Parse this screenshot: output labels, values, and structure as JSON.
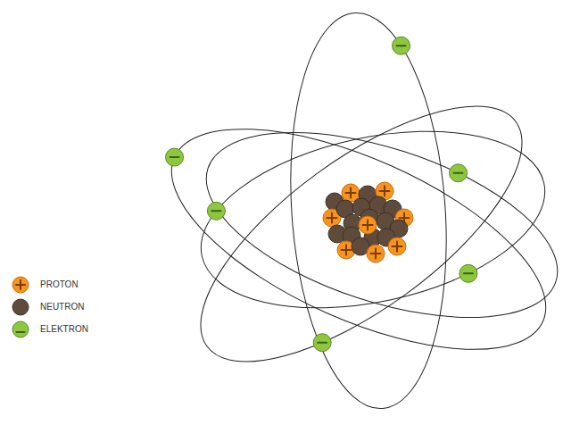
{
  "diagram": {
    "legend": [
      {
        "text": "PROTON",
        "color": "#f7941d"
      },
      {
        "text": "NEUTRON",
        "color": "#5e4b3c"
      },
      {
        "text": "ELEKTRON",
        "color": "#8dc63f"
      }
    ]
  }
}
